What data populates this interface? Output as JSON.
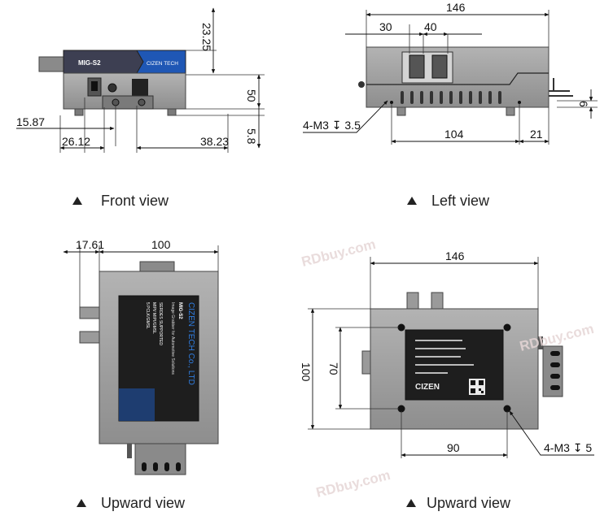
{
  "views": {
    "front": {
      "caption": "Front view",
      "dims": {
        "d1": "23.25",
        "d2": "50",
        "d3": "5.8",
        "d4": "15.87",
        "d5": "26.12",
        "d6": "38.23"
      },
      "label_left": "MIG-S2",
      "label_right": "CIZEN TECH"
    },
    "left": {
      "caption": "Left view",
      "dims": {
        "d1": "146",
        "d2": "30",
        "d3": "40",
        "d4": "104",
        "d5": "21",
        "d6": "6"
      },
      "thread_note": "4-M3 ↧ 3.5"
    },
    "upward1": {
      "caption": "Upward view",
      "dims": {
        "d1": "17.61",
        "d2": "100"
      },
      "label_brand": "CIZEN TECH Co., LTD",
      "label_model": "MIG-S2",
      "label_desc": "Image Grabber for Automotive Solutions",
      "label_l1": "SERDES SUPPORTED",
      "label_l2": "MIPI/ MIPI/GMSL",
      "label_l3": "5 PCLK/GMSL"
    },
    "upward2": {
      "caption": "Upward view",
      "dims": {
        "d1": "146",
        "d2": "100",
        "d3": "70",
        "d4": "90"
      },
      "thread_note": "4-M3 ↧ 5",
      "label_brand": "CIZEN"
    }
  },
  "watermark": "RDbuy.com",
  "colors": {
    "body": "#9a9a9a",
    "body_dark": "#6e6e6e",
    "label_dark": "#1e1e1e",
    "label_blue": "#1f57b5"
  }
}
